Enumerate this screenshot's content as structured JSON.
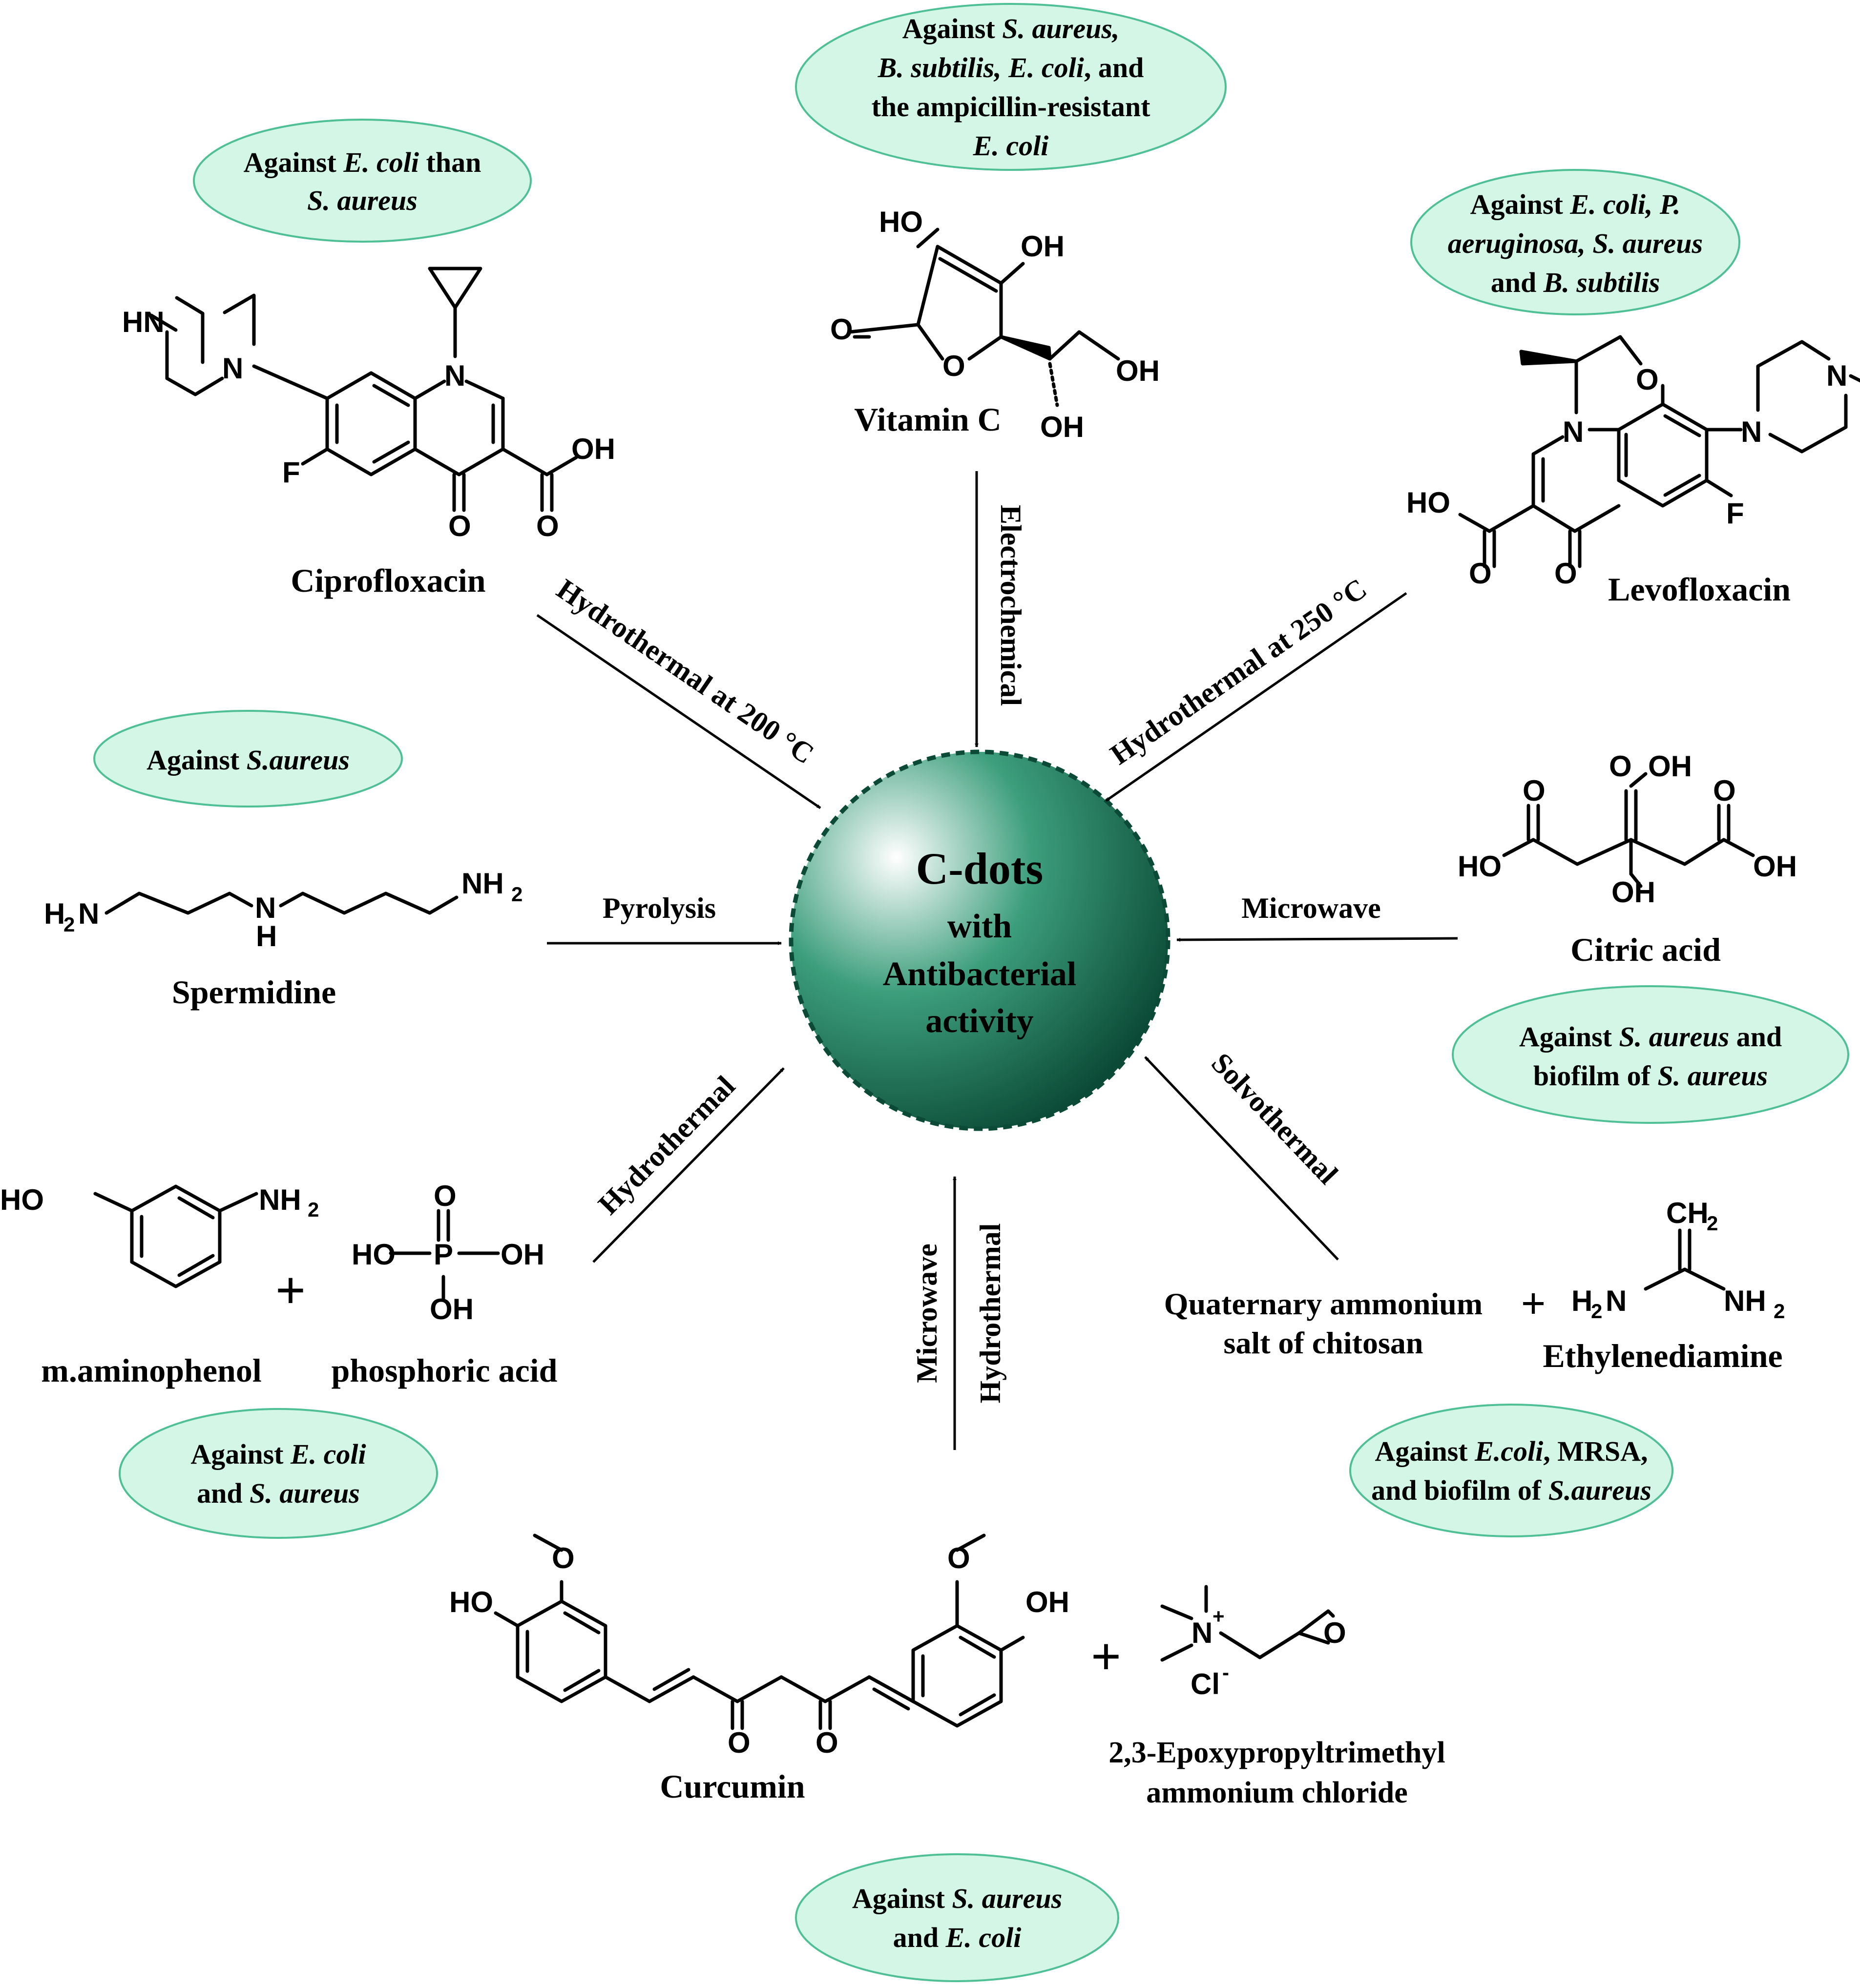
{
  "center": {
    "title": "C-dots",
    "line2": "with",
    "line3": "Antibacterial",
    "line4": "activity",
    "colors": {
      "highlight": "#ffffff",
      "mid": "#3c9e7c",
      "dark": "#0b4a36"
    }
  },
  "bubble_color": "#d3f6e6",
  "bubble_border": "#4fbf96",
  "routes": [
    {
      "id": "ciprofloxacin",
      "precursor": "Ciprofloxacin",
      "method": "Hydrothermal at 200 °C",
      "activity": [
        [
          {
            "t": "Against "
          },
          {
            "t": "E. coli",
            "i": true
          },
          {
            "t": " than"
          }
        ],
        [
          {
            "t": "S. aureus",
            "i": true
          }
        ]
      ]
    },
    {
      "id": "vitamin-c",
      "precursor": "Vitamin C",
      "method": "Electrochemical",
      "activity": [
        [
          {
            "t": "Against "
          },
          {
            "t": "S. aureus,",
            "i": true
          }
        ],
        [
          {
            "t": "B. subtilis, E. coli",
            "i": true
          },
          {
            "t": ", and"
          }
        ],
        [
          {
            "t": "the ampicillin-resistant"
          }
        ],
        [
          {
            "t": "E. coli",
            "i": true
          }
        ]
      ]
    },
    {
      "id": "levofloxacin",
      "precursor": "Levofloxacin",
      "method": "Hydrothermal at 250 °C",
      "activity": [
        [
          {
            "t": "Against "
          },
          {
            "t": "E. coli, P.",
            "i": true
          }
        ],
        [
          {
            "t": "aeruginosa, S. aureus",
            "i": true
          }
        ],
        [
          {
            "t": "and "
          },
          {
            "t": "B. subtilis",
            "i": true
          }
        ]
      ]
    },
    {
      "id": "spermidine",
      "precursor": "Spermidine",
      "method": "Pyrolysis",
      "activity": [
        [
          {
            "t": "Against "
          },
          {
            "t": "S.aureus",
            "i": true
          }
        ]
      ]
    },
    {
      "id": "citric-acid",
      "precursor": "Citric acid",
      "method": "Microwave",
      "activity": [
        [
          {
            "t": "Against "
          },
          {
            "t": "S. aureus",
            "i": true
          },
          {
            "t": " and"
          }
        ],
        [
          {
            "t": "biofilm of "
          },
          {
            "t": "S. aureus",
            "i": true
          }
        ]
      ]
    },
    {
      "id": "aminophenol",
      "precursor": "m.aminophenol",
      "precursor2": "phosphoric acid",
      "method": "Hydrothermal",
      "activity": [
        [
          {
            "t": "Against "
          },
          {
            "t": "E. coli",
            "i": true
          }
        ],
        [
          {
            "t": "and "
          },
          {
            "t": "S. aureus",
            "i": true
          }
        ]
      ]
    },
    {
      "id": "curcumin",
      "precursor": "Curcumin",
      "precursor2_line1": "2,3-Epoxypropyltrimethyl",
      "precursor2_line2": "ammonium chloride",
      "method": "Microwave",
      "method2": "Hydrothermal",
      "activity": [
        [
          {
            "t": "Against "
          },
          {
            "t": "S. aureus",
            "i": true
          }
        ],
        [
          {
            "t": "and "
          },
          {
            "t": "E. coli",
            "i": true
          }
        ]
      ]
    },
    {
      "id": "chitosan",
      "precursor_line1": "Quaternary ammonium",
      "precursor_line2": "salt of chitosan",
      "precursor2": "Ethylenediamine",
      "method": "Solvothermal",
      "activity": [
        [
          {
            "t": "Against "
          },
          {
            "t": "E.coli",
            "i": true
          },
          {
            "t": ", MRSA,"
          }
        ],
        [
          {
            "t": "and biofilm of "
          },
          {
            "t": "S.aureus",
            "i": true
          }
        ]
      ]
    }
  ],
  "plus": "+",
  "atoms": {
    "HN": "HN",
    "N": "N",
    "F": "F",
    "O": "O",
    "OH": "OH",
    "HO": "HO",
    "NH": "NH",
    "H": "H",
    "H2N": "H",
    "NH2": "NH",
    "sub2": "2",
    "P": "P",
    "CH": "CH",
    "Cl": "Cl",
    "plus_sup": "+",
    "minus_sup": "-"
  }
}
